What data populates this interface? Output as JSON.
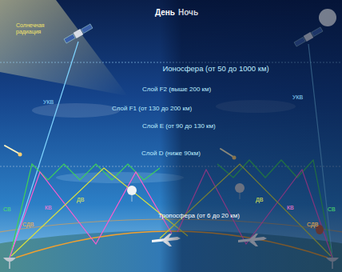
{
  "diagram": {
    "labels": [
      "День",
      "Ночь",
      "Солнечная радиация",
      "Ионосфера (от 50 до 1000 км)",
      "Слой F2 (выше 200 км)",
      "Слой F1 (от 130 до 200 км)",
      "Слой E (от 90 до 130 км)",
      "Слой D (ниже 90км)",
      "Тропосфера (от 6 до 20 км)",
      "УКВ",
      "СВ",
      "КВ",
      "ДВ",
      "СДВ",
      "УКВ",
      "КВ",
      "ДВ",
      "СВ",
      "СДВ"
    ]
  }
}
